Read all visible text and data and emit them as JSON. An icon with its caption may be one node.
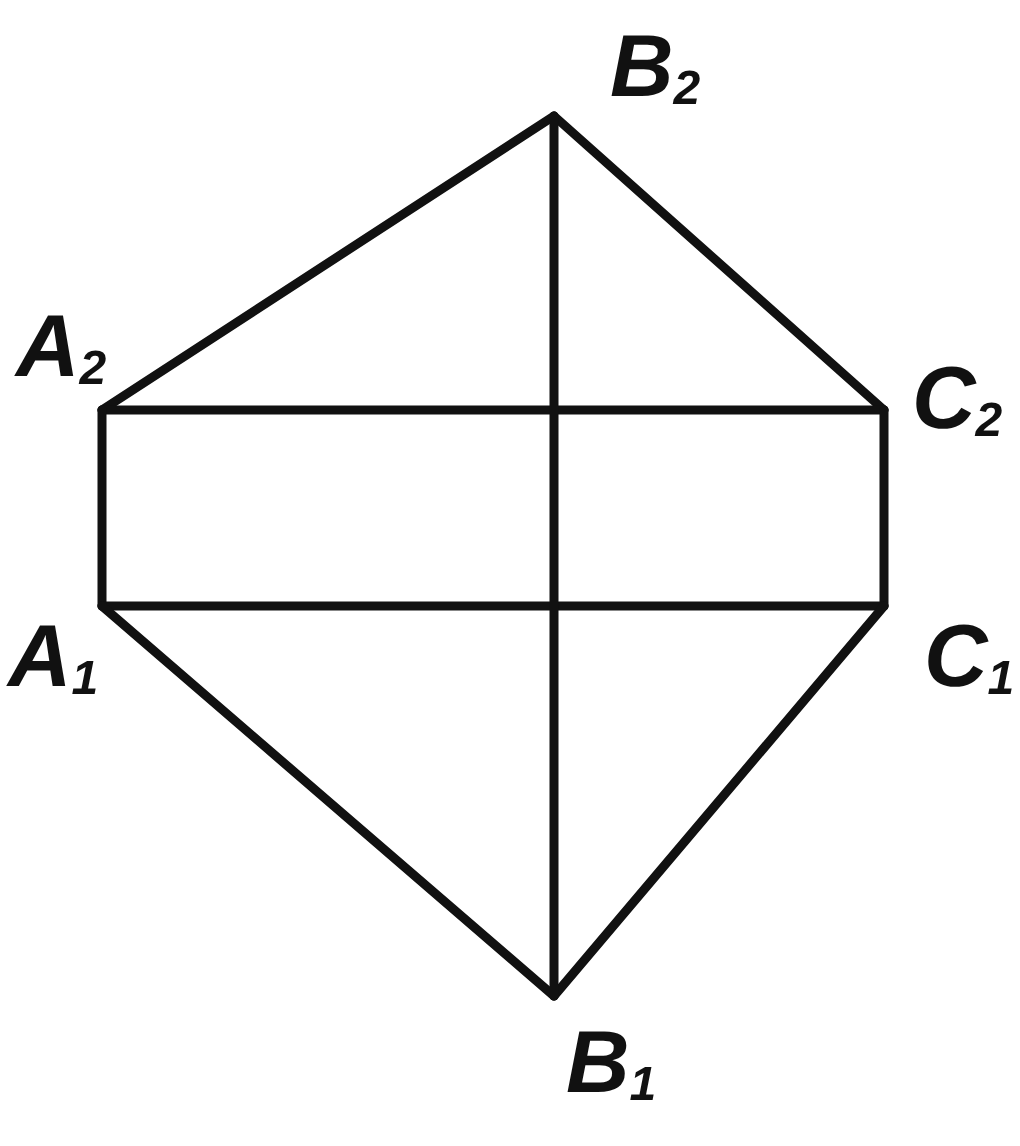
{
  "diagram": {
    "nodes": [
      {
        "text": [
          "B$_{2}$"
        ]
      },
      {
        "text": [
          "A$_{2}$"
        ]
      },
      {
        "text": [
          "C$_{2}$"
        ]
      },
      {
        "text": [
          "A$_{1}$"
        ]
      },
      {
        "text": [
          "C$_{1}$"
        ]
      },
      {
        "text": [
          "B$_{1}$"
        ]
      }
    ],
    "edges": [
      {
        "from": 1,
        "to": 0,
        "arrow": "none"
      },
      {
        "from": 0,
        "to": 2,
        "arrow": "none"
      },
      {
        "from": 1,
        "to": 2,
        "arrow": "none"
      },
      {
        "from": 1,
        "to": 3,
        "arrow": "none"
      },
      {
        "from": 2,
        "to": 4,
        "arrow": "none"
      },
      {
        "from": 3,
        "to": 4,
        "arrow": "none"
      },
      {
        "from": 3,
        "to": 5,
        "arrow": "none"
      },
      {
        "from": 5,
        "to": 4,
        "arrow": "none"
      },
      {
        "from": 0,
        "to": 5,
        "arrow": "none"
      }
    ]
  }
}
